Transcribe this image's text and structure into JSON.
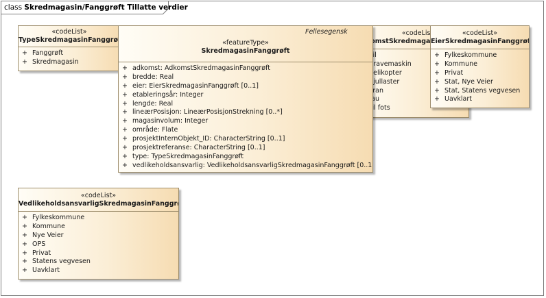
{
  "frame": {
    "keyword": "class",
    "name": "Skredmagasin/Fanggrøft Tillatte verdier"
  },
  "classes": {
    "type_skredmagasin": {
      "stereotype": "«codeList»",
      "name": "TypeSkredmagasinFanggrøft",
      "items": [
        "Fanggrøft",
        "Skredmagasin"
      ]
    },
    "skredmagasin": {
      "stereotype": "«featureType»",
      "name": "SkredmagasinFanggrøft",
      "tag": "Fellesegensk",
      "items": [
        "adkomst: AdkomstSkredmagasinFanggrøft",
        "bredde: Real",
        "eier: EierSkredmagasinFanggrøft [0..1]",
        "etableringsår: Integer",
        "lengde: Real",
        "lineærPosisjon: LineærPosisjonStrekning [0..*]",
        "magasinvolum: Integer",
        "område: Flate",
        "prosjektInternObjekt_ID: CharacterString [0..1]",
        "prosjektreferanse: CharacterString [0..1]",
        "type: TypeSkredmagasinFanggrøft",
        "vedlikeholdsansvarlig: VedlikeholdsansvarligSkredmagasinFanggrøft [0..1]"
      ]
    },
    "adkomst": {
      "stereotype": "«codeList»",
      "name": "AdkomstSkredmagas",
      "items": [
        "Bil",
        "Gravemaskin",
        "Helikopter",
        "Hjullaster",
        "Kran",
        "Tau",
        "Til fots"
      ]
    },
    "eier": {
      "stereotype": "«codeList»",
      "name": "EierSkredmagasinFanggrøft",
      "items": [
        "Fylkeskommune",
        "Kommune",
        "Privat",
        "Stat, Nye Veier",
        "Stat, Statens vegvesen",
        "Uavklart"
      ]
    },
    "vedlikehold": {
      "stereotype": "«codeList»",
      "name": "VedlikeholdsansvarligSkredmagasinFanggrøft",
      "items": [
        "Fylkeskommune",
        "Kommune",
        "Nye Veier",
        "OPS",
        "Privat",
        "Statens vegvesen",
        "Uavklart"
      ]
    }
  }
}
